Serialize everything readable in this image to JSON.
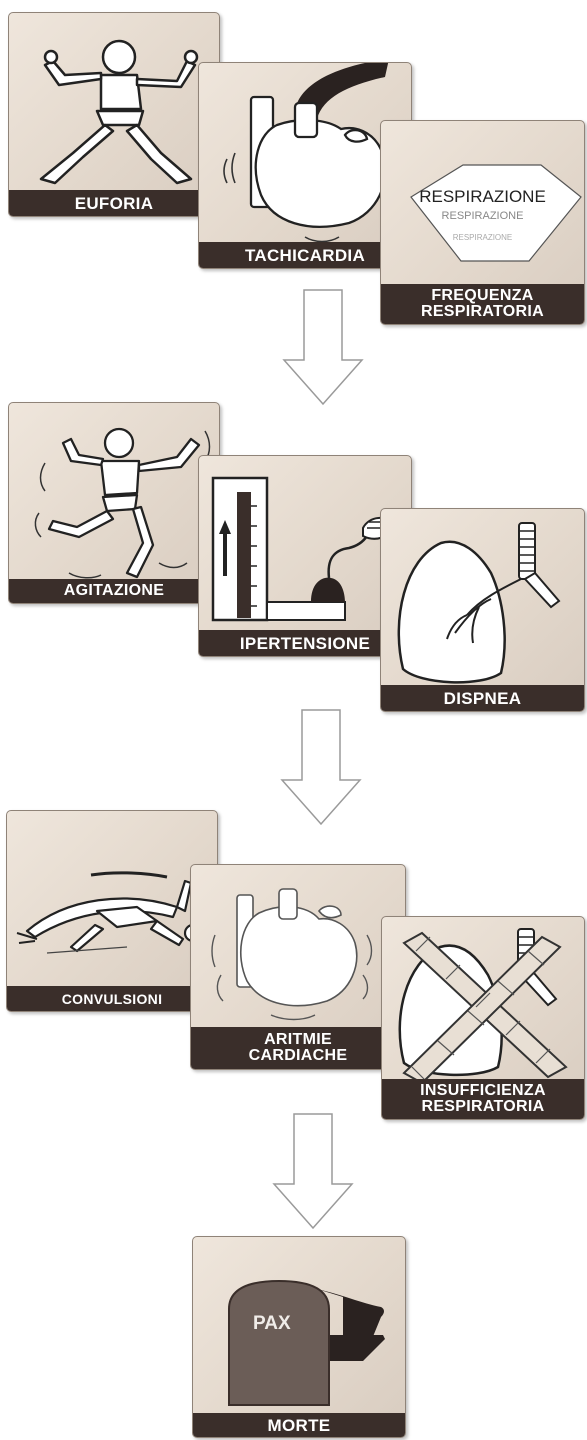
{
  "stages": [
    {
      "cards": [
        {
          "id": "euforia",
          "label": "EUFORIA",
          "icon": "dancing-figure-icon"
        },
        {
          "id": "tachicardia",
          "label": "TACHICARDIA",
          "icon": "heart-with-smoke-icon"
        },
        {
          "id": "frequenza",
          "label_line1": "FREQUENZA",
          "label_line2": "RESPIRATORIA",
          "icon": "respiration-pentagon-icon",
          "inner_text": [
            "RESPIRAZIONE",
            "RESPIRAZIONE",
            "RESPIRAZIONE"
          ]
        }
      ]
    },
    {
      "cards": [
        {
          "id": "agitazione",
          "label": "AGITAZIONE",
          "icon": "agitated-figure-icon"
        },
        {
          "id": "ipertensione",
          "label": "IPERTENSIONE",
          "icon": "sphygmomanometer-icon"
        },
        {
          "id": "dispnea",
          "label": "DISPNEA",
          "icon": "lung-bronchi-icon"
        }
      ]
    },
    {
      "cards": [
        {
          "id": "convulsioni",
          "label": "CONVULSIONI",
          "icon": "convulsing-figure-icon"
        },
        {
          "id": "aritmie",
          "label_line1": "ARITMIE",
          "label_line2": "CARDIACHE",
          "icon": "trembling-heart-icon"
        },
        {
          "id": "insufficienza",
          "label_line1": "INSUFFICIENZA",
          "label_line2": "RESPIRATORIA",
          "icon": "crossed-lung-icon"
        }
      ]
    },
    {
      "cards": [
        {
          "id": "morte",
          "label": "MORTE",
          "icon": "tombstone-icon",
          "tomb_text": "PAX"
        }
      ]
    }
  ],
  "colors": {
    "label_bg": "#3a2e2a",
    "card_bg": "#e6dcd0",
    "arrow": "#9a9a9a"
  }
}
